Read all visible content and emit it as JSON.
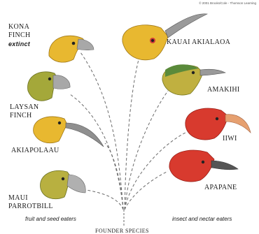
{
  "credit": "© 2001 Brooks/Cole - Thomson Learning",
  "birds": {
    "kona_finch": {
      "name_lines": [
        "KONA",
        "FINCH"
      ],
      "note": "extinct"
    },
    "laysan_finch": {
      "name_lines": [
        "LAYSAN",
        "FINCH"
      ]
    },
    "akiapolaau": {
      "name": "AKIAPOLAAU"
    },
    "maui_parrotbill": {
      "name_lines": [
        "MAUI",
        "PARROTBILL"
      ]
    },
    "kauai_akialoa": {
      "name": "KAUAI AKIALAOA"
    },
    "amakihi": {
      "name": "AMAKIHI"
    },
    "iiwi": {
      "name": "IIWI"
    },
    "apapane": {
      "name": "APAPANE"
    }
  },
  "categories": {
    "left": "fruit and seed eaters",
    "right": "insect and nectar eaters"
  },
  "root": "FOUNDER SPECIES",
  "colors": {
    "yellow_finch": "#e8b830",
    "olive_green": "#8aa040",
    "red_bird": "#d83a2e",
    "beak_gray": "#9a9a9a",
    "line_gray": "#6b6b6b"
  }
}
